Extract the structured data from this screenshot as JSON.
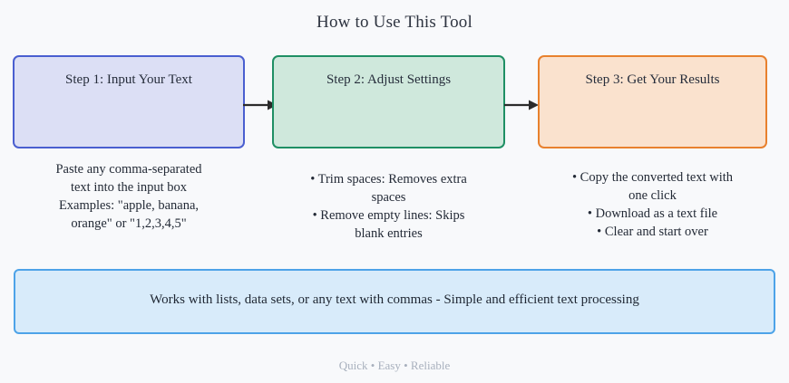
{
  "page": {
    "title": "How to Use This Tool",
    "background_color": "#f8f9fb"
  },
  "steps": [
    {
      "heading": "Step 1: Input Your Text",
      "fill_color": "#dcdff5",
      "border_color": "#4a5fd0",
      "description_lines": [
        "Paste any comma-separated",
        "text into the input box",
        "Examples: \"apple, banana,",
        "orange\" or \"1,2,3,4,5\""
      ]
    },
    {
      "heading": "Step 2: Adjust Settings",
      "fill_color": "#cfe8dc",
      "border_color": "#1f8f64",
      "description_lines": [
        "• Trim spaces: Removes extra",
        "spaces",
        "• Remove empty lines: Skips",
        "blank entries"
      ]
    },
    {
      "heading": "Step 3: Get Your Results",
      "fill_color": "#fae2ce",
      "border_color": "#e8812e",
      "description_lines": [
        "• Copy the converted text with",
        "one click",
        "• Download as a text file",
        "• Clear and start over"
      ]
    }
  ],
  "arrows": [
    {
      "icon": "arrow-right-icon",
      "color": "#2b2b2b"
    },
    {
      "icon": "arrow-right-icon",
      "color": "#2b2b2b"
    }
  ],
  "banner": {
    "text": "Works with lists, data sets, or any text with commas - Simple and efficient text processing",
    "fill_color": "#d8ebfa",
    "border_color": "#4da3e8"
  },
  "footer": {
    "tagline": "Quick • Easy • Reliable",
    "color": "#a8b0bd"
  }
}
